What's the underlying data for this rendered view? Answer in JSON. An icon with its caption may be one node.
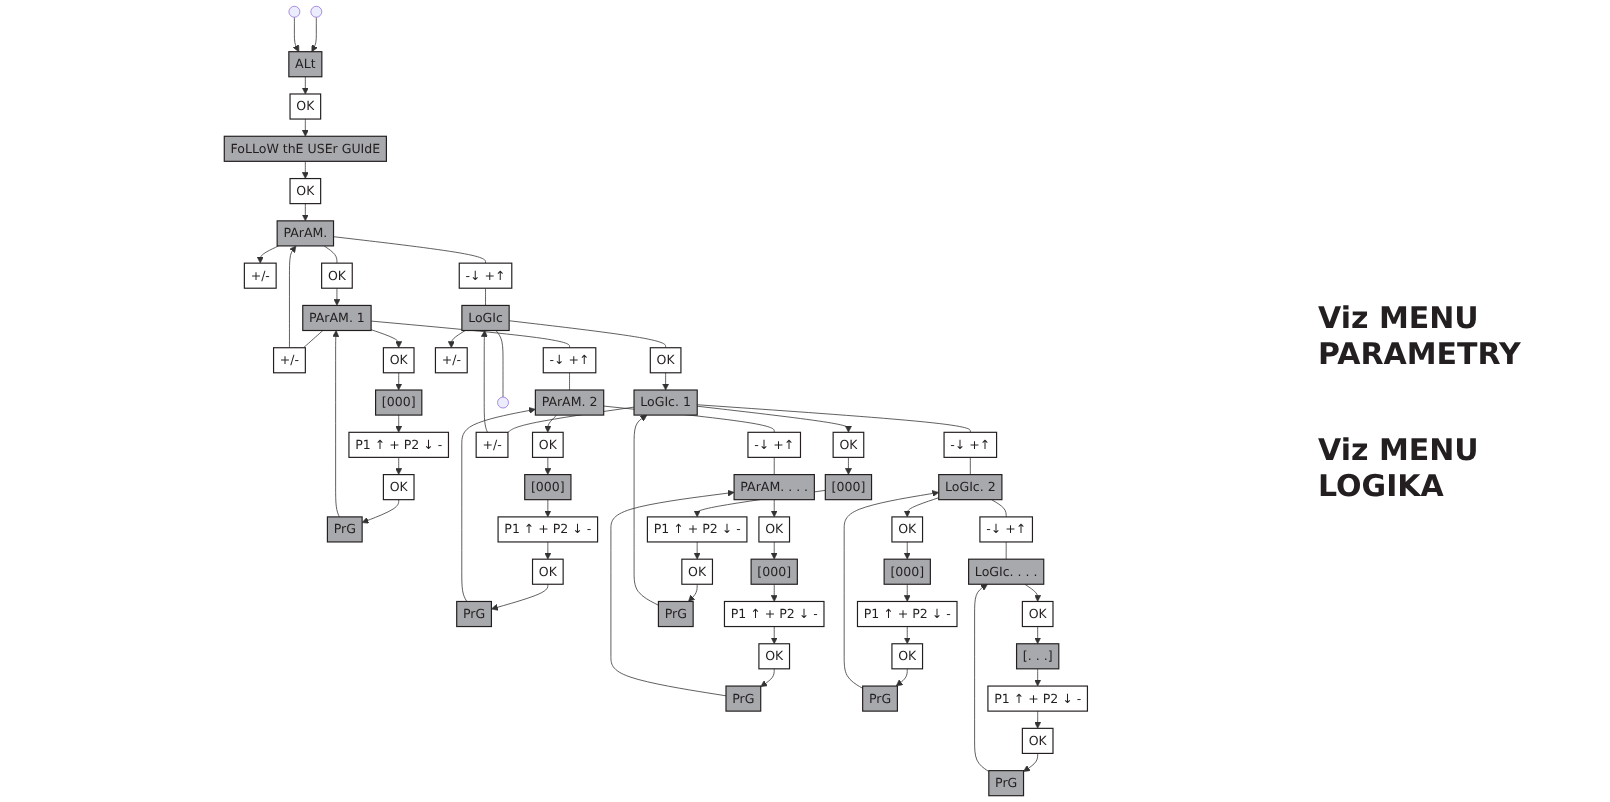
{
  "diagram": {
    "nodes": [
      {
        "text": [
          "ALt"
        ]
      },
      {
        "text": [
          "OK"
        ]
      },
      {
        "text": [
          "FoLLoW thE USEr GUIdE"
        ]
      },
      {
        "text": [
          "OK"
        ]
      },
      {
        "text": [
          "PArAM."
        ]
      },
      {
        "text": [
          "+/-"
        ]
      },
      {
        "text": [
          "+/-"
        ]
      },
      {
        "text": [
          "OK"
        ]
      },
      {
        "text": [
          "PArAM. 1"
        ]
      },
      {
        "text": [
          "OK"
        ]
      },
      {
        "text": [
          "[000]"
        ]
      },
      {
        "text": [
          "P1 ↑ + P2 ↓ -"
        ]
      },
      {
        "text": [
          "OK"
        ]
      },
      {
        "text": [
          "PrG"
        ]
      },
      {
        "text": [
          "-↓ +↑"
        ]
      },
      {
        "text": [
          "PArAM. 2"
        ]
      },
      {
        "text": [
          "OK"
        ]
      },
      {
        "text": [
          "[000]"
        ]
      },
      {
        "text": [
          "P1 ↑ + P2 ↓ -"
        ]
      },
      {
        "text": [
          "OK"
        ]
      },
      {
        "text": [
          "PrG"
        ]
      },
      {
        "text": [
          "-↓ +↑"
        ]
      },
      {
        "text": [
          "PArAM. . . ."
        ]
      },
      {
        "text": [
          "OK"
        ]
      },
      {
        "text": [
          "[000]"
        ]
      },
      {
        "text": [
          "P1 ↑ + P2 ↓ -"
        ]
      },
      {
        "text": [
          "OK"
        ]
      },
      {
        "text": [
          "PrG"
        ]
      },
      {
        "text": [
          "-↓ +↑"
        ]
      },
      {
        "text": [
          "LoGIc"
        ]
      },
      {
        "text": [
          "+/-"
        ]
      },
      {
        "text": [
          "+/-"
        ]
      },
      {
        "text": [
          "OK"
        ]
      },
      {
        "text": [
          "LoGIc. 1"
        ]
      },
      {
        "text": [
          "OK"
        ]
      },
      {
        "text": [
          "[000]"
        ]
      },
      {
        "text": [
          "P1 ↑ + P2 ↓ -"
        ]
      },
      {
        "text": [
          "OK"
        ]
      },
      {
        "text": [
          "PrG"
        ]
      },
      {
        "text": [
          "-↓ +↑"
        ]
      },
      {
        "text": [
          "LoGIc. 2"
        ]
      },
      {
        "text": [
          "OK"
        ]
      },
      {
        "text": [
          "[000]"
        ]
      },
      {
        "text": [
          "P1 ↑ + P2 ↓ -"
        ]
      },
      {
        "text": [
          "OK"
        ]
      },
      {
        "text": [
          "PrG"
        ]
      },
      {
        "text": [
          "-↓ +↑"
        ]
      },
      {
        "text": [
          "LoGIc. . . ."
        ]
      },
      {
        "text": [
          "OK"
        ]
      },
      {
        "text": [
          "[. . .]"
        ]
      },
      {
        "text": [
          "P1 ↑ + P2 ↓ -"
        ]
      },
      {
        "text": [
          "OK"
        ]
      },
      {
        "text": [
          "PrG"
        ]
      }
    ],
    "edges": [
      {
        "from": null,
        "to": 0,
        "arrow": "to"
      },
      {
        "from": null,
        "to": 0,
        "arrow": "to"
      },
      {
        "from": 0,
        "to": 1,
        "arrow": "to"
      },
      {
        "from": 1,
        "to": 2,
        "arrow": "to"
      },
      {
        "from": 2,
        "to": 3,
        "arrow": "to"
      },
      {
        "from": 3,
        "to": 4,
        "arrow": "to"
      },
      {
        "from": 4,
        "to": 6,
        "arrow": "to"
      },
      {
        "from": 8,
        "to": 5,
        "arrow": "none"
      },
      {
        "from": 5,
        "to": 4,
        "arrow": "to"
      },
      {
        "from": 4,
        "to": 7,
        "arrow": "none"
      },
      {
        "from": 7,
        "to": 8,
        "arrow": "to"
      },
      {
        "from": 8,
        "to": 9,
        "arrow": "to"
      },
      {
        "from": 9,
        "to": 10,
        "arrow": "to"
      },
      {
        "from": 10,
        "to": 11,
        "arrow": "to"
      },
      {
        "from": 11,
        "to": 12,
        "arrow": "to"
      },
      {
        "from": 12,
        "to": 13,
        "arrow": "to"
      },
      {
        "from": 13,
        "to": 8,
        "arrow": "to"
      },
      {
        "from": 8,
        "to": 14,
        "arrow": "none"
      },
      {
        "from": 14,
        "to": 15,
        "arrow": "none"
      },
      {
        "from": 15,
        "to": 16,
        "arrow": "to"
      },
      {
        "from": 16,
        "to": 17,
        "arrow": "to"
      },
      {
        "from": 17,
        "to": 18,
        "arrow": "to"
      },
      {
        "from": 18,
        "to": 19,
        "arrow": "to"
      },
      {
        "from": 19,
        "to": 20,
        "arrow": "to"
      },
      {
        "from": 20,
        "to": 15,
        "arrow": "to"
      },
      {
        "from": 15,
        "to": 21,
        "arrow": "none"
      },
      {
        "from": 21,
        "to": 22,
        "arrow": "none"
      },
      {
        "from": 22,
        "to": 23,
        "arrow": "to"
      },
      {
        "from": 23,
        "to": 24,
        "arrow": "to"
      },
      {
        "from": 24,
        "to": 25,
        "arrow": "to"
      },
      {
        "from": 25,
        "to": 26,
        "arrow": "to"
      },
      {
        "from": 26,
        "to": 27,
        "arrow": "to"
      },
      {
        "from": 27,
        "to": 22,
        "arrow": "to"
      },
      {
        "from": 4,
        "to": 28,
        "arrow": "none"
      },
      {
        "from": 28,
        "to": 29,
        "arrow": "none"
      },
      {
        "from": 29,
        "to": null,
        "arrow": "none"
      },
      {
        "from": 29,
        "to": 31,
        "arrow": "to"
      },
      {
        "from": 33,
        "to": 30,
        "arrow": "none"
      },
      {
        "from": 30,
        "to": 29,
        "arrow": "to"
      },
      {
        "from": 29,
        "to": 32,
        "arrow": "none"
      },
      {
        "from": 32,
        "to": 33,
        "arrow": "to"
      },
      {
        "from": 33,
        "to": 34,
        "arrow": "to"
      },
      {
        "from": 34,
        "to": 35,
        "arrow": "to"
      },
      {
        "from": 35,
        "to": 36,
        "arrow": "to"
      },
      {
        "from": 36,
        "to": 37,
        "arrow": "to"
      },
      {
        "from": 37,
        "to": 38,
        "arrow": "to"
      },
      {
        "from": 38,
        "to": 33,
        "arrow": "to"
      },
      {
        "from": 33,
        "to": 39,
        "arrow": "none"
      },
      {
        "from": 39,
        "to": 40,
        "arrow": "none"
      },
      {
        "from": 40,
        "to": 41,
        "arrow": "to"
      },
      {
        "from": 41,
        "to": 42,
        "arrow": "to"
      },
      {
        "from": 42,
        "to": 43,
        "arrow": "to"
      },
      {
        "from": 43,
        "to": 44,
        "arrow": "to"
      },
      {
        "from": 44,
        "to": 45,
        "arrow": "to"
      },
      {
        "from": 45,
        "to": 40,
        "arrow": "to"
      },
      {
        "from": 40,
        "to": 46,
        "arrow": "none"
      },
      {
        "from": 46,
        "to": 47,
        "arrow": "none"
      },
      {
        "from": 47,
        "to": 48,
        "arrow": "to"
      },
      {
        "from": 48,
        "to": 49,
        "arrow": "to"
      },
      {
        "from": 49,
        "to": 50,
        "arrow": "to"
      },
      {
        "from": 50,
        "to": 51,
        "arrow": "to"
      },
      {
        "from": 51,
        "to": 52,
        "arrow": "to"
      },
      {
        "from": 52,
        "to": 47,
        "arrow": "to"
      }
    ],
    "labels": [
      "Viz MENU PARAMETRY",
      "Viz MENU LOGIKA"
    ]
  }
}
